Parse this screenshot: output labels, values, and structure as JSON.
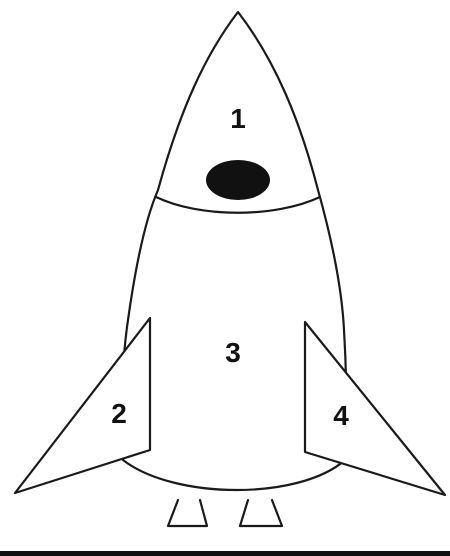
{
  "diagram": {
    "regions": [
      {
        "id": "nose",
        "label": "1"
      },
      {
        "id": "left-fin",
        "label": "2"
      },
      {
        "id": "body",
        "label": "3"
      },
      {
        "id": "right-fin",
        "label": "4"
      }
    ]
  }
}
